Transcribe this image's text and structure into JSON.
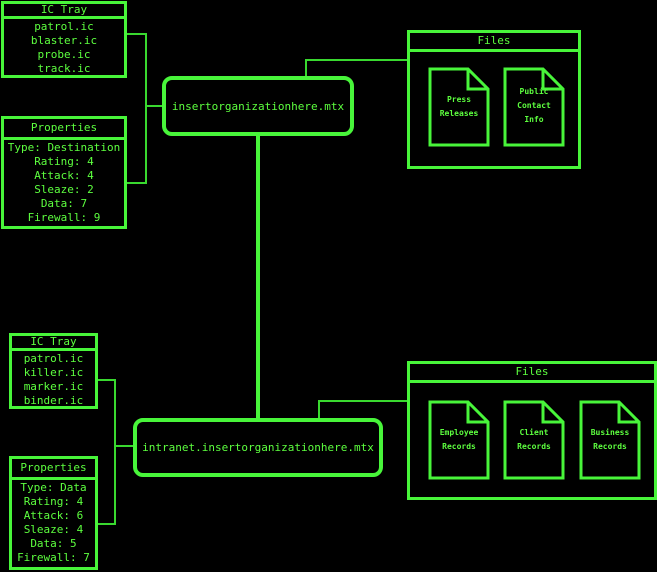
{
  "top": {
    "ic_tray": {
      "title": "IC Tray",
      "items": [
        "patrol.ic",
        "blaster.ic",
        "probe.ic",
        "track.ic"
      ]
    },
    "properties": {
      "title": "Properties",
      "items": [
        "Type: Destination",
        "Rating: 4",
        "Attack: 4",
        "Sleaze: 2",
        "Data: 7",
        "Firewall: 9"
      ]
    },
    "node_label": "insertorganizationhere.mtx",
    "files": {
      "title": "Files",
      "items": [
        {
          "label": "Press\nReleases"
        },
        {
          "label": "Public\nContact\nInfo"
        }
      ]
    }
  },
  "bottom": {
    "ic_tray": {
      "title": "IC Tray",
      "items": [
        "patrol.ic",
        "killer.ic",
        "marker.ic",
        "binder.ic"
      ]
    },
    "properties": {
      "title": "Properties",
      "items": [
        "Type: Data",
        "Rating: 4",
        "Attack: 6",
        "Sleaze: 4",
        "Data: 5",
        "Firewall: 7"
      ]
    },
    "node_label": "intranet.insertorganizationhere.mtx",
    "files": {
      "title": "Files",
      "items": [
        {
          "label": "Employee\nRecords"
        },
        {
          "label": "Client\nRecords"
        },
        {
          "label": "Business\nRecords"
        }
      ]
    }
  }
}
